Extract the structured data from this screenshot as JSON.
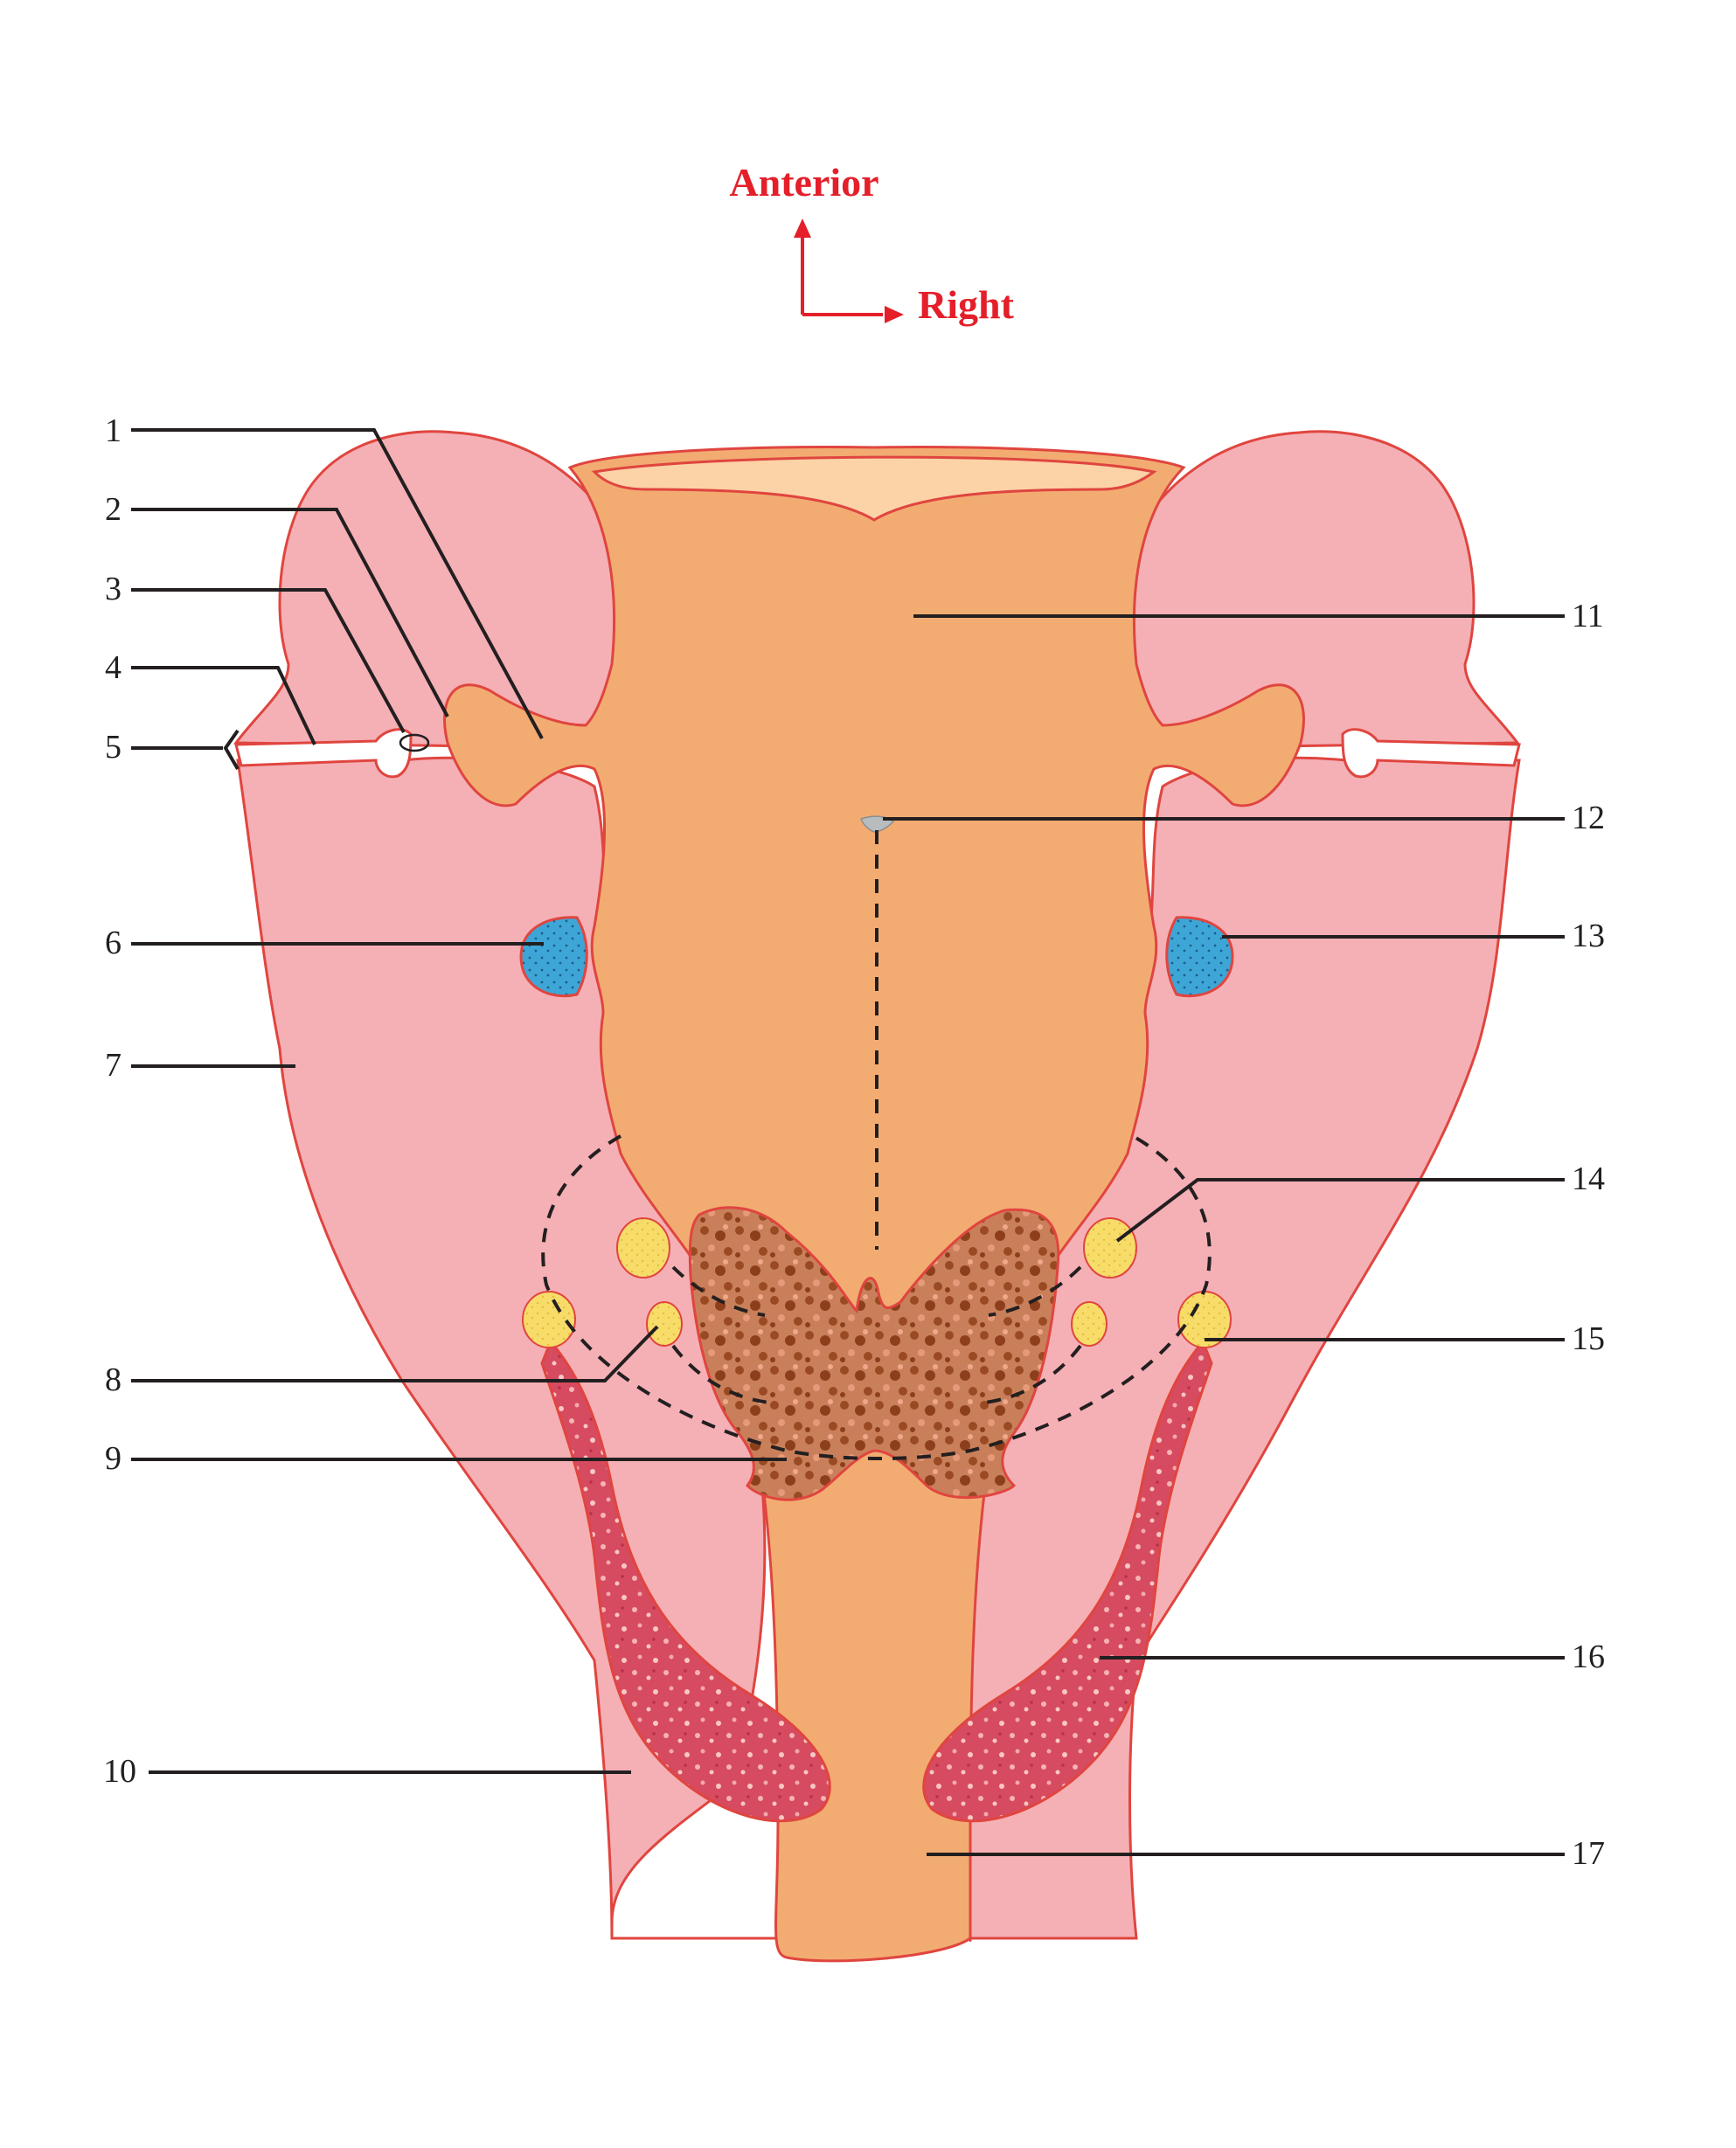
{
  "orientation": {
    "anterior_label": "Anterior",
    "right_label": "Right",
    "arrow_color": "#e41f2a"
  },
  "labels": [
    {
      "id": "1",
      "text": "1"
    },
    {
      "id": "2",
      "text": "2"
    },
    {
      "id": "3",
      "text": "3"
    },
    {
      "id": "4",
      "text": "4"
    },
    {
      "id": "5",
      "text": "5"
    },
    {
      "id": "6",
      "text": "6"
    },
    {
      "id": "7",
      "text": "7"
    },
    {
      "id": "8",
      "text": "8"
    },
    {
      "id": "9",
      "text": "9"
    },
    {
      "id": "10",
      "text": "10"
    },
    {
      "id": "11",
      "text": "11"
    },
    {
      "id": "12",
      "text": "12"
    },
    {
      "id": "13",
      "text": "13"
    },
    {
      "id": "14",
      "text": "14"
    },
    {
      "id": "15",
      "text": "15"
    },
    {
      "id": "16",
      "text": "16"
    },
    {
      "id": "17",
      "text": "17"
    }
  ],
  "colors": {
    "pharyngeal_wall": "#f5b0b5",
    "outline": "#e0453f",
    "central_floor": "#f2ac72",
    "central_floor_light": "#fbd3a6",
    "tubercle_blue": "#3ea6d6",
    "nodule_yellow": "#f7dc6a",
    "thyroid_brown": "#b0602f",
    "red_lobe": "#d94a5f",
    "foramen_gray": "#b8bcbf"
  }
}
